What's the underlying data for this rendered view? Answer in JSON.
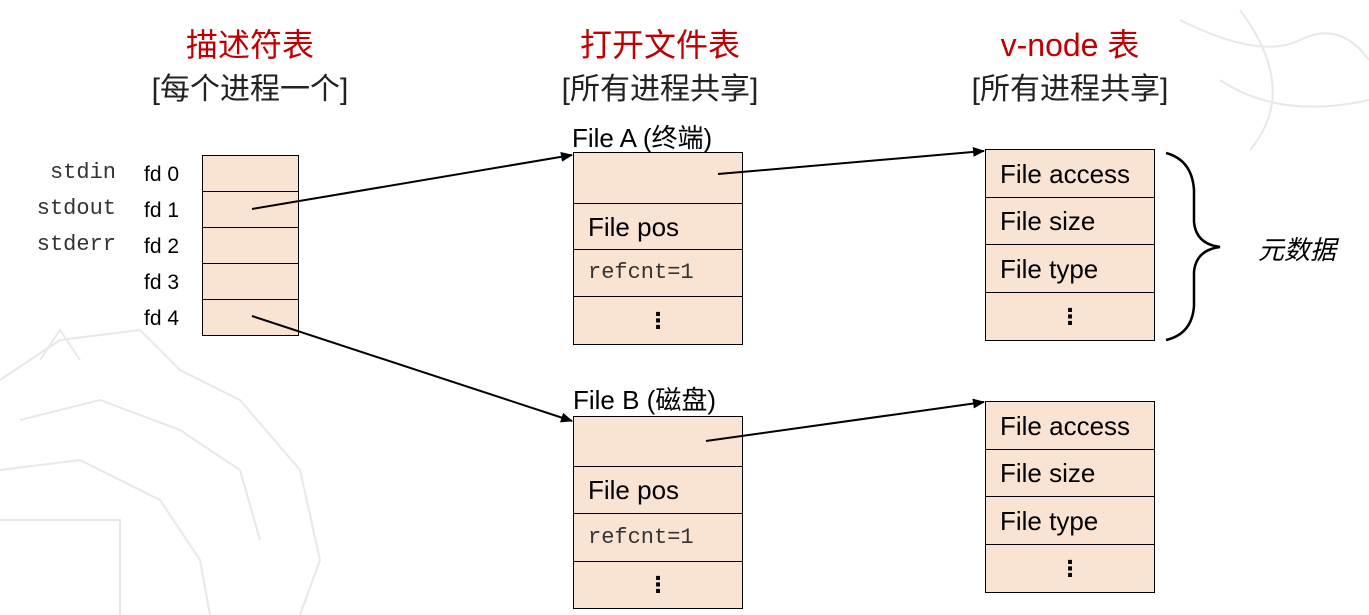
{
  "headings": {
    "descriptor_table": {
      "title": "描述符表",
      "subtitle": "[每个进程一个]"
    },
    "open_file_table": {
      "title": "打开文件表",
      "subtitle": "[所有进程共享]"
    },
    "vnode_table": {
      "title": "v-node 表",
      "subtitle": "[所有进程共享]"
    }
  },
  "streams": [
    "stdin",
    "stdout",
    "stderr"
  ],
  "fds": [
    "fd 0",
    "fd 1",
    "fd 2",
    "fd 3",
    "fd 4"
  ],
  "file_a": {
    "title": "File A (终端)",
    "rows": [
      "",
      "File pos",
      "refcnt=1",
      "⋮"
    ]
  },
  "file_b": {
    "title": "File B (磁盘)",
    "rows": [
      "",
      "File pos",
      "refcnt=1",
      "⋮"
    ]
  },
  "vnode_a": {
    "rows": [
      "File access",
      "File size",
      "File type",
      "⋮"
    ]
  },
  "vnode_b": {
    "rows": [
      "File access",
      "File size",
      "File type",
      "⋮"
    ]
  },
  "metadata_label": "元数据",
  "colors": {
    "heading": "#c00000",
    "cell_fill": "#f9e3d3",
    "border": "#000000"
  }
}
